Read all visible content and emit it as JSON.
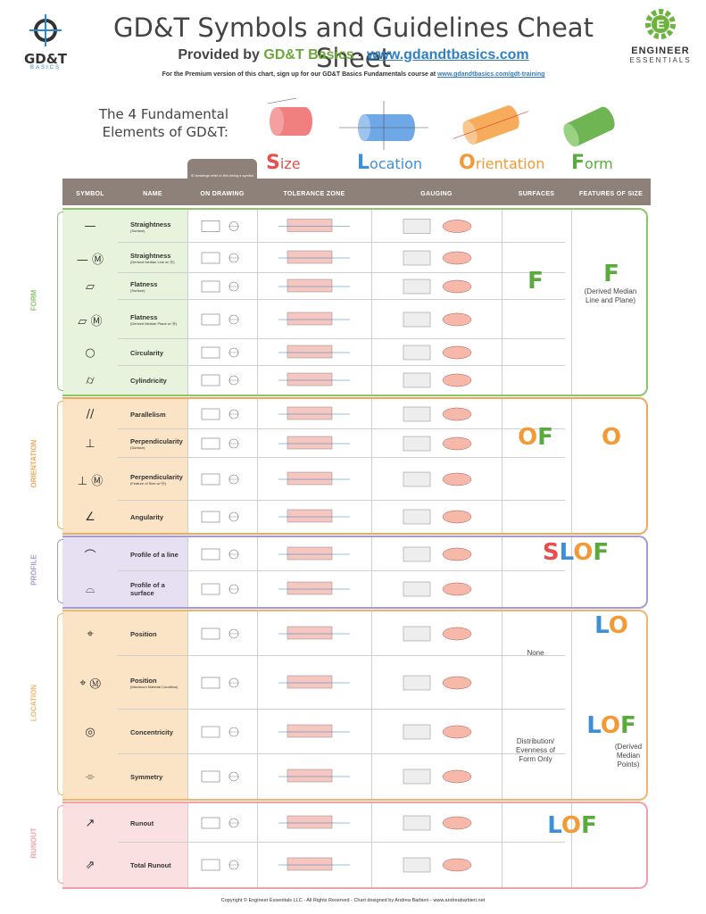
{
  "header": {
    "title": "GD&T Symbols and Guidelines Cheat Sheet",
    "subtitle_pre": "Provided by ",
    "brand": "GD&T Basics",
    "subtitle_sep": " - ",
    "url": "www.gdandtbasics.com",
    "premium_text": "For the Premium version of this chart, sign up for our GD&T Basics Fundamentals course at ",
    "premium_url": "www.gdandtbasics.com/gdt-training",
    "logo_left": "GD&T",
    "logo_left_sub": "BASICS",
    "logo_right_1": "ENGINEER",
    "logo_right_2": "ESSENTIALS"
  },
  "fundamentals": {
    "title_1": "The 4 Fundamental",
    "title_2": "Elements of GD&T:",
    "elements": [
      {
        "initial": "S",
        "rest": "ize",
        "color": "#e94e4e"
      },
      {
        "initial": "L",
        "rest": "ocation",
        "color": "#3f8fd8"
      },
      {
        "initial": "O",
        "rest": "rientation",
        "color": "#f29a37"
      },
      {
        "initial": "F",
        "rest": "orm",
        "color": "#5aaa3d"
      }
    ]
  },
  "columns": {
    "symbol": "SYMBOL",
    "name": "NAME",
    "on_drawing": "ON DRAWING",
    "tolerance_zone": "TOLERANCE ZONE",
    "gauging": "GAUGING",
    "surfaces": "SURFACES",
    "features_of_size": "FEATURES OF SIZE",
    "tab_note": "ID drawings refer to this being a symbol"
  },
  "sections": [
    {
      "label": "FORM",
      "color": "#8cc66a",
      "fill": "#e7f3dc",
      "rows": [
        {
          "symbol": "—",
          "name": "Straightness",
          "sub": "(Surface)"
        },
        {
          "symbol": "— Ⓜ",
          "name": "Straightness",
          "sub": "(Derived Median Line w/ Ⓜ)"
        },
        {
          "symbol": "▱",
          "name": "Flatness",
          "sub": "(Surface)"
        },
        {
          "symbol": "▱ Ⓜ",
          "name": "Flatness",
          "sub": "(Derived Median Plane w/ Ⓜ)"
        },
        {
          "symbol": "○",
          "name": "Circularity",
          "sub": ""
        },
        {
          "symbol": "⌭",
          "name": "Cylindricity",
          "sub": ""
        }
      ],
      "surfaces": "F",
      "fos": "F",
      "fos_note": "(Derived Median Line and Plane)"
    },
    {
      "label": "ORIENTATION",
      "color": "#f0a95a",
      "fill": "#fbe3c6",
      "rows": [
        {
          "symbol": "//",
          "name": "Parallelism",
          "sub": ""
        },
        {
          "symbol": "⊥",
          "name": "Perpendicularity",
          "sub": "(Surface)"
        },
        {
          "symbol": "⊥ Ⓜ",
          "name": "Perpendicularity",
          "sub": "(Feature of Size w/ Ⓜ)"
        },
        {
          "symbol": "∠",
          "name": "Angularity",
          "sub": ""
        }
      ],
      "surfaces": "OF",
      "fos": "O"
    },
    {
      "label": "PROFILE",
      "color": "#a89ad0",
      "fill": "#e6e0f2",
      "rows": [
        {
          "symbol": "⌒",
          "name": "Profile of a line",
          "sub": ""
        },
        {
          "symbol": "⌓",
          "name": "Profile of a surface",
          "sub": ""
        }
      ],
      "letters": "SLOF"
    },
    {
      "label": "LOCATION",
      "color": "#f0b46a",
      "fill": "#fbe3c6",
      "rows": [
        {
          "symbol": "⌖",
          "name": "Position",
          "sub": ""
        },
        {
          "symbol": "⌖ Ⓜ",
          "name": "Position",
          "sub": "(Maximum Material Condition)"
        },
        {
          "symbol": "◎",
          "name": "Concentricity",
          "sub": ""
        },
        {
          "symbol": "⌯",
          "name": "Symmetry",
          "sub": ""
        }
      ],
      "surfaces_none": "None",
      "fos_pos": "LO",
      "distribution": "Distribution/ Evenness of Form Only",
      "fos_conc": "LOF",
      "fos_conc_note": "(Derived Median Points)"
    },
    {
      "label": "RUNOUT",
      "color": "#f2a0a8",
      "fill": "#fbe0e2",
      "rows": [
        {
          "symbol": "↗",
          "name": "Runout",
          "sub": ""
        },
        {
          "symbol": "⇗",
          "name": "Total Runout",
          "sub": ""
        }
      ],
      "letters": "LOF"
    }
  ],
  "footer": "Copyright © Engineer Essentials LLC - All Rights Reserved - Chart designed by Andrea Barbieri - www.andreabarbieri.net"
}
